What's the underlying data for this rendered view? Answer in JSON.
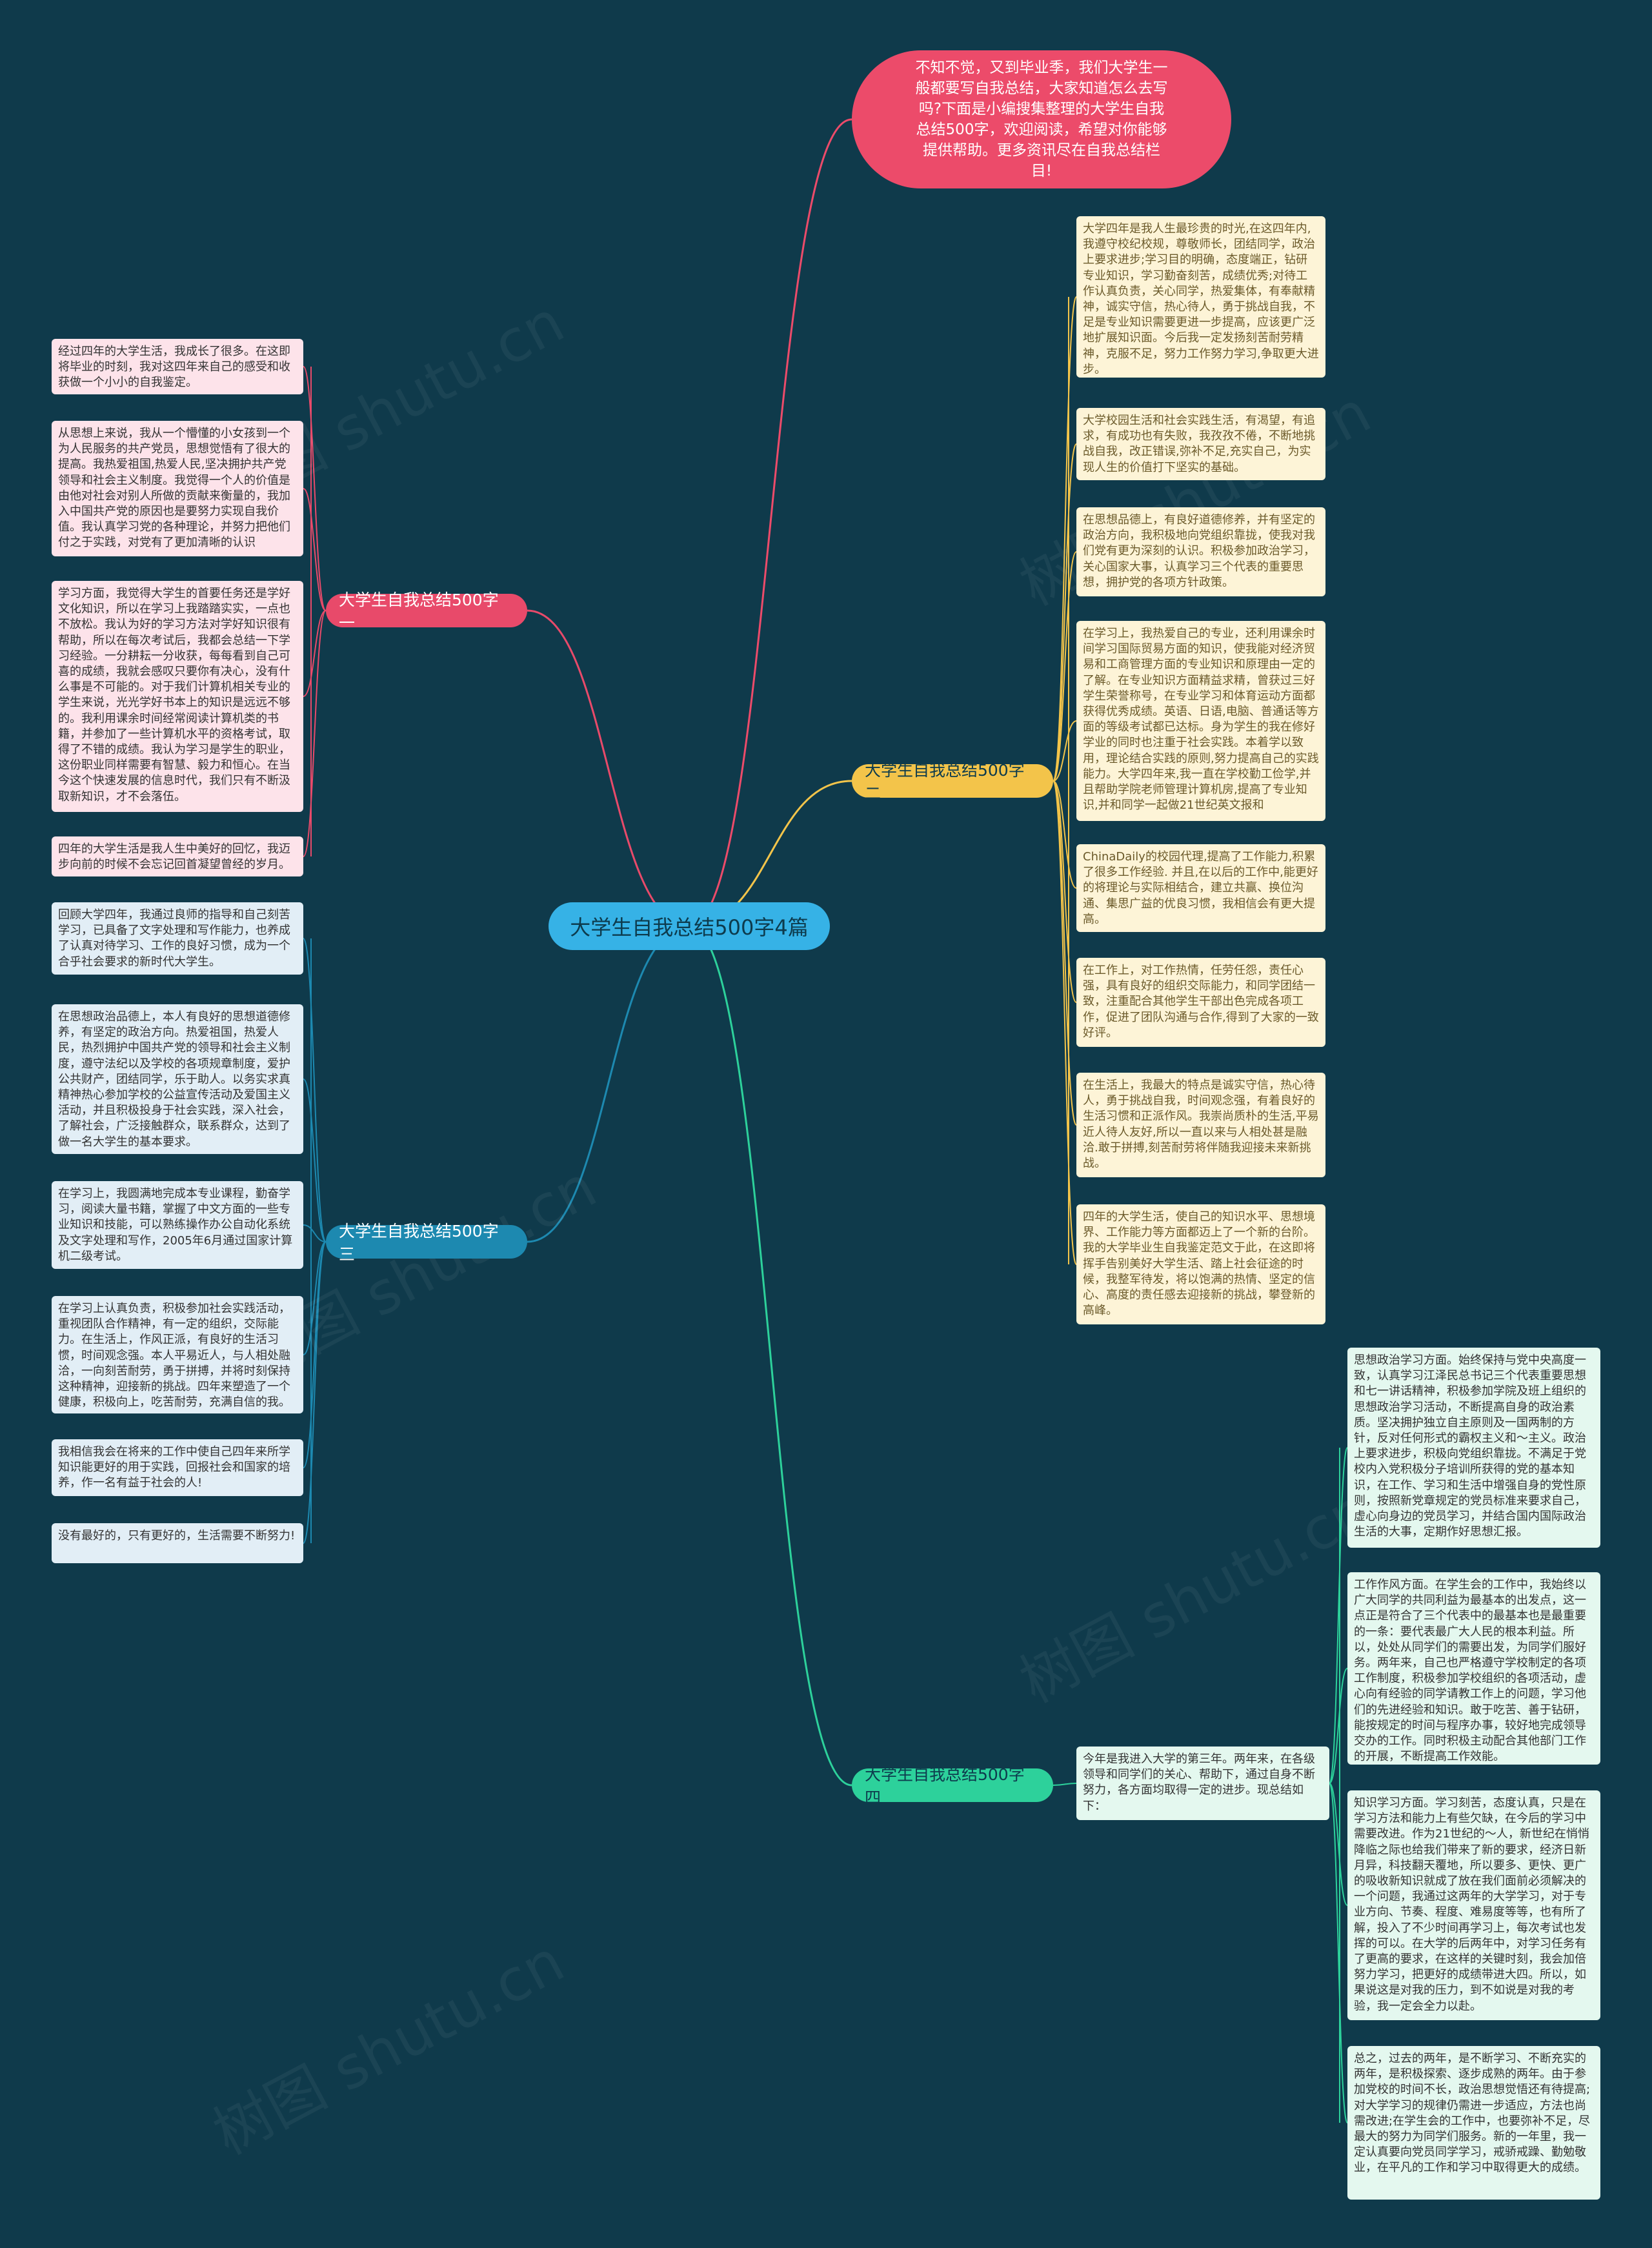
{
  "root": {
    "label": "大学生自我总结500字4篇"
  },
  "intro": {
    "text": "不知不觉，又到毕业季，我们大学生一般都要写自我总结，大家知道怎么去写吗?下面是小编搜集整理的大学生自我总结500字，欢迎阅读，希望对你能够提供帮助。更多资讯尽在自我总结栏目!"
  },
  "branches": [
    {
      "label": "大学生自我总结500字一",
      "leaves": [
        "经过四年的大学生活，我成长了很多。在这即将毕业的时刻，我对这四年来自己的感受和收获做一个小小的自我鉴定。",
        "从思想上来说，我从一个懵懂的小女孩到一个为人民服务的共产党员，思想觉悟有了很大的提高。我热爱祖国,热爱人民,坚决拥护共产党领导和社会主义制度。我觉得一个人的价值是由他对社会对别人所做的贡献来衡量的，我加入中国共产党的原因也是要努力实现自我价值。我认真学习党的各种理论，并努力把他们付之于实践，对党有了更加清晰的认识",
        "学习方面，我觉得大学生的首要任务还是学好文化知识，所以在学习上我踏踏实实，一点也不放松。我认为好的学习方法对学好知识很有帮助，所以在每次考试后，我都会总结一下学习经验。一分耕耘一分收获，每每看到自己可喜的成绩，我就会感叹只要你有决心，没有什么事是不可能的。对于我们计算机相关专业的学生来说，光光学好书本上的知识是远远不够的。我利用课余时间经常阅读计算机类的书籍，并参加了一些计算机水平的资格考试，取得了不错的成绩。我认为学习是学生的职业，这份职业同样需要有智慧、毅力和恒心。在当今这个快速发展的信息时代，我们只有不断汲取新知识，才不会落伍。",
        "四年的大学生活是我人生中美好的回忆，我迈步向前的时候不会忘记回首凝望曾经的岁月。"
      ]
    },
    {
      "label": "大学生自我总结500字二",
      "leaves": [
        "大学四年是我人生最珍贵的时光,在这四年内,我遵守校纪校规，尊敬师长，团结同学，政治上要求进步;学习目的明确，态度端正，钻研专业知识，学习勤奋刻苦，成绩优秀;对待工作认真负责，关心同学，热爱集体，有奉献精神，诚实守信，热心待人，勇于挑战自我，不足是专业知识需要更进一步提高，应该更广泛地扩展知识面。今后我一定发扬刻苦耐劳精神，克服不足，努力工作努力学习,争取更大进步。",
        "大学校园生活和社会实践生活，有渴望，有追求，有成功也有失败，我孜孜不倦，不断地挑战自我，改正错误,弥补不足,充实自己，为实现人生的价值打下坚实的基础。",
        "在思想品德上，有良好道德修养，并有坚定的政治方向，我积极地向党组织靠拢，使我对我们党有更为深刻的认识。积极参加政治学习，关心国家大事，认真学习三个代表的重要思想，拥护党的各项方针政策。",
        "在学习上，我热爱自己的专业，还利用课余时间学习国际贸易方面的知识，使我能对经济贸易和工商管理方面的专业知识和原理由一定的了解。在专业知识方面精益求精，曾获过三好学生荣誉称号，在专业学习和体育运动方面都获得优秀成绩。英语、日语,电脑、普通话等方面的等级考试都已达标。身为学生的我在修好学业的同时也注重于社会实践。本着学以致用，理论结合实践的原则,努力提高自己的实践能力。大学四年来,我一直在学校勤工俭学,并且帮助学院老师管理计算机房,提高了专业知识,并和同学一起做21世纪英文报和",
        "ChinaDaily的校园代理,提高了工作能力,积累了很多工作经验. 并且,在以后的工作中,能更好的将理论与实际相结合，建立共赢、换位沟通、集思广益的优良习惯，我相信会有更大提高。",
        "在工作上，对工作热情，任劳任怨，责任心强，具有良好的组织交际能力，和同学团结一致，注重配合其他学生干部出色完成各项工作，促进了团队沟通与合作,得到了大家的一致好评。",
        "在生活上，我最大的特点是诚实守信，热心待人，勇于挑战自我，时间观念强，有着良好的生活习惯和正派作风。我崇尚质朴的生活,平易近人待人友好,所以一直以来与人相处甚是融洽.敢于拼搏,刻苦耐劳将伴随我迎接未来新挑战。",
        "四年的大学生活，使自己的知识水平、思想境界、工作能力等方面都迈上了一个新的台阶。我的大学毕业生自我鉴定范文于此，在这即将挥手告别美好大学生活、踏上社会征途的时候，我整军待发，将以饱满的热情、坚定的信心、高度的责任感去迎接新的挑战，攀登新的高峰。"
      ]
    },
    {
      "label": "大学生自我总结500字三",
      "leaves": [
        "回顾大学四年，我通过良师的指导和自己刻苦学习，已具备了文字处理和写作能力，也养成了认真对待学习、工作的良好习惯，成为一个合乎社会要求的新时代大学生。",
        "在思想政治品德上，本人有良好的思想道德修养，有坚定的政治方向。热爱祖国，热爱人民，热烈拥护中国共产党的领导和社会主义制度，遵守法纪以及学校的各项规章制度，爱护公共财产，团结同学，乐于助人。以务实求真精神热心参加学校的公益宣传活动及爱国主义活动，并且积极投身于社会实践，深入社会，了解社会，广泛接触群众，联系群众，达到了做一名大学生的基本要求。",
        "在学习上，我圆满地完成本专业课程，勤奋学习，阅读大量书籍，掌握了中文方面的一些专业知识和技能，可以熟练操作办公自动化系统及文字处理和写作，2005年6月通过国家计算机二级考试。",
        "在学习上认真负责，积极参加社会实践活动，重视团队合作精神，有一定的组织，交际能力。在生活上，作风正派，有良好的生活习惯，时间观念强。本人平易近人，与人相处融洽，一向刻苦耐劳，勇于拼搏，并将时刻保持这种精神，迎接新的挑战。四年来塑造了一个健康，积极向上，吃苦耐劳，充满自信的我。",
        "我相信我会在将来的工作中使自己四年来所学知识能更好的用于实践，回报社会和国家的培养，作一名有益于社会的人!",
        "没有最好的，只有更好的，生活需要不断努力!"
      ]
    },
    {
      "label": "大学生自我总结500字四",
      "summary": "今年是我进入大学的第三年。两年来，在各级领导和同学们的关心、帮助下，通过自身不断努力，各方面均取得一定的进步。现总结如下：",
      "leaves": [
        "思想政治学习方面。始终保持与党中央高度一致，认真学习江泽民总书记三个代表重要思想和七一讲话精神，积极参加学院及班上组织的思想政治学习活动，不断提高自身的政治素质。坚决拥护独立自主原则及一国两制的方针，反对任何形式的霸权主义和～主义。政治上要求进步，积极向党组织靠拢。不满足于党校内入党积极分子培训所获得的党的基本知识，在工作、学习和生活中增强自身的党性原则，按照新党章规定的党员标准来要求自己，虚心向身边的党员学习，并结合国内国际政治生活的大事，定期作好思想汇报。",
        "工作作风方面。在学生会的工作中，我始终以广大同学的共同利益为最基本的出发点，这一点正是符合了三个代表中的最基本也是最重要的一条：要代表最广大人民的根本利益。所以，处处从同学们的需要出发，为同学们服好务。两年来，自己也严格遵守学校制定的各项工作制度，积极参加学校组织的各项活动，虚心向有经验的同学请教工作上的问题，学习他们的先进经验和知识。敢于吃苦、善于钻研，能按规定的时间与程序办事，较好地完成领导交办的工作。同时积极主动配合其他部门工作的开展，不断提高工作效能。",
        "知识学习方面。学习刻苦，态度认真，只是在学习方法和能力上有些欠缺，在今后的学习中需要改进。作为21世纪的～人，新世纪在悄悄降临之际也给我们带来了新的要求，经济日新月异，科技翻天覆地，所以要多、更快、更广的吸收新知识就成了放在我们面前必须解决的一个问题，我通过这两年的大学学习，对于专业方向、节奏、程度、难易度等等，也有所了解，投入了不少时间再学习上，每次考试也发挥的可以。在大学的后两年中，对学习任务有了更高的要求，在这样的关键时刻，我会加倍努力学习，把更好的成绩带进大四。所以，如果说这是对我的压力，到不如说是对我的考验，我一定会全力以赴。",
        "总之，过去的两年，是不断学习、不断充实的两年，是积极探索、逐步成熟的两年。由于参加党校的时间不长，政治思想觉悟还有待提高;对大学学习的规律仍需进一步适应，方法也尚需改进;在学生会的工作中，也要弥补不足，尽最大的努力为同学们服务。新的一年里，我一定认真要向党员同学学习，戒骄戒躁、勤勉敬业，在平凡的工作和学习中取得更大的成绩。"
      ]
    }
  ],
  "colors": {
    "background": "#0f3a4b",
    "root": "#36b2e6",
    "intro": "#ec4b6a",
    "branch1": "#e84a6a",
    "branch2": "#f3c44a",
    "branch3": "#1d89b0",
    "branch4": "#2dd19b"
  }
}
